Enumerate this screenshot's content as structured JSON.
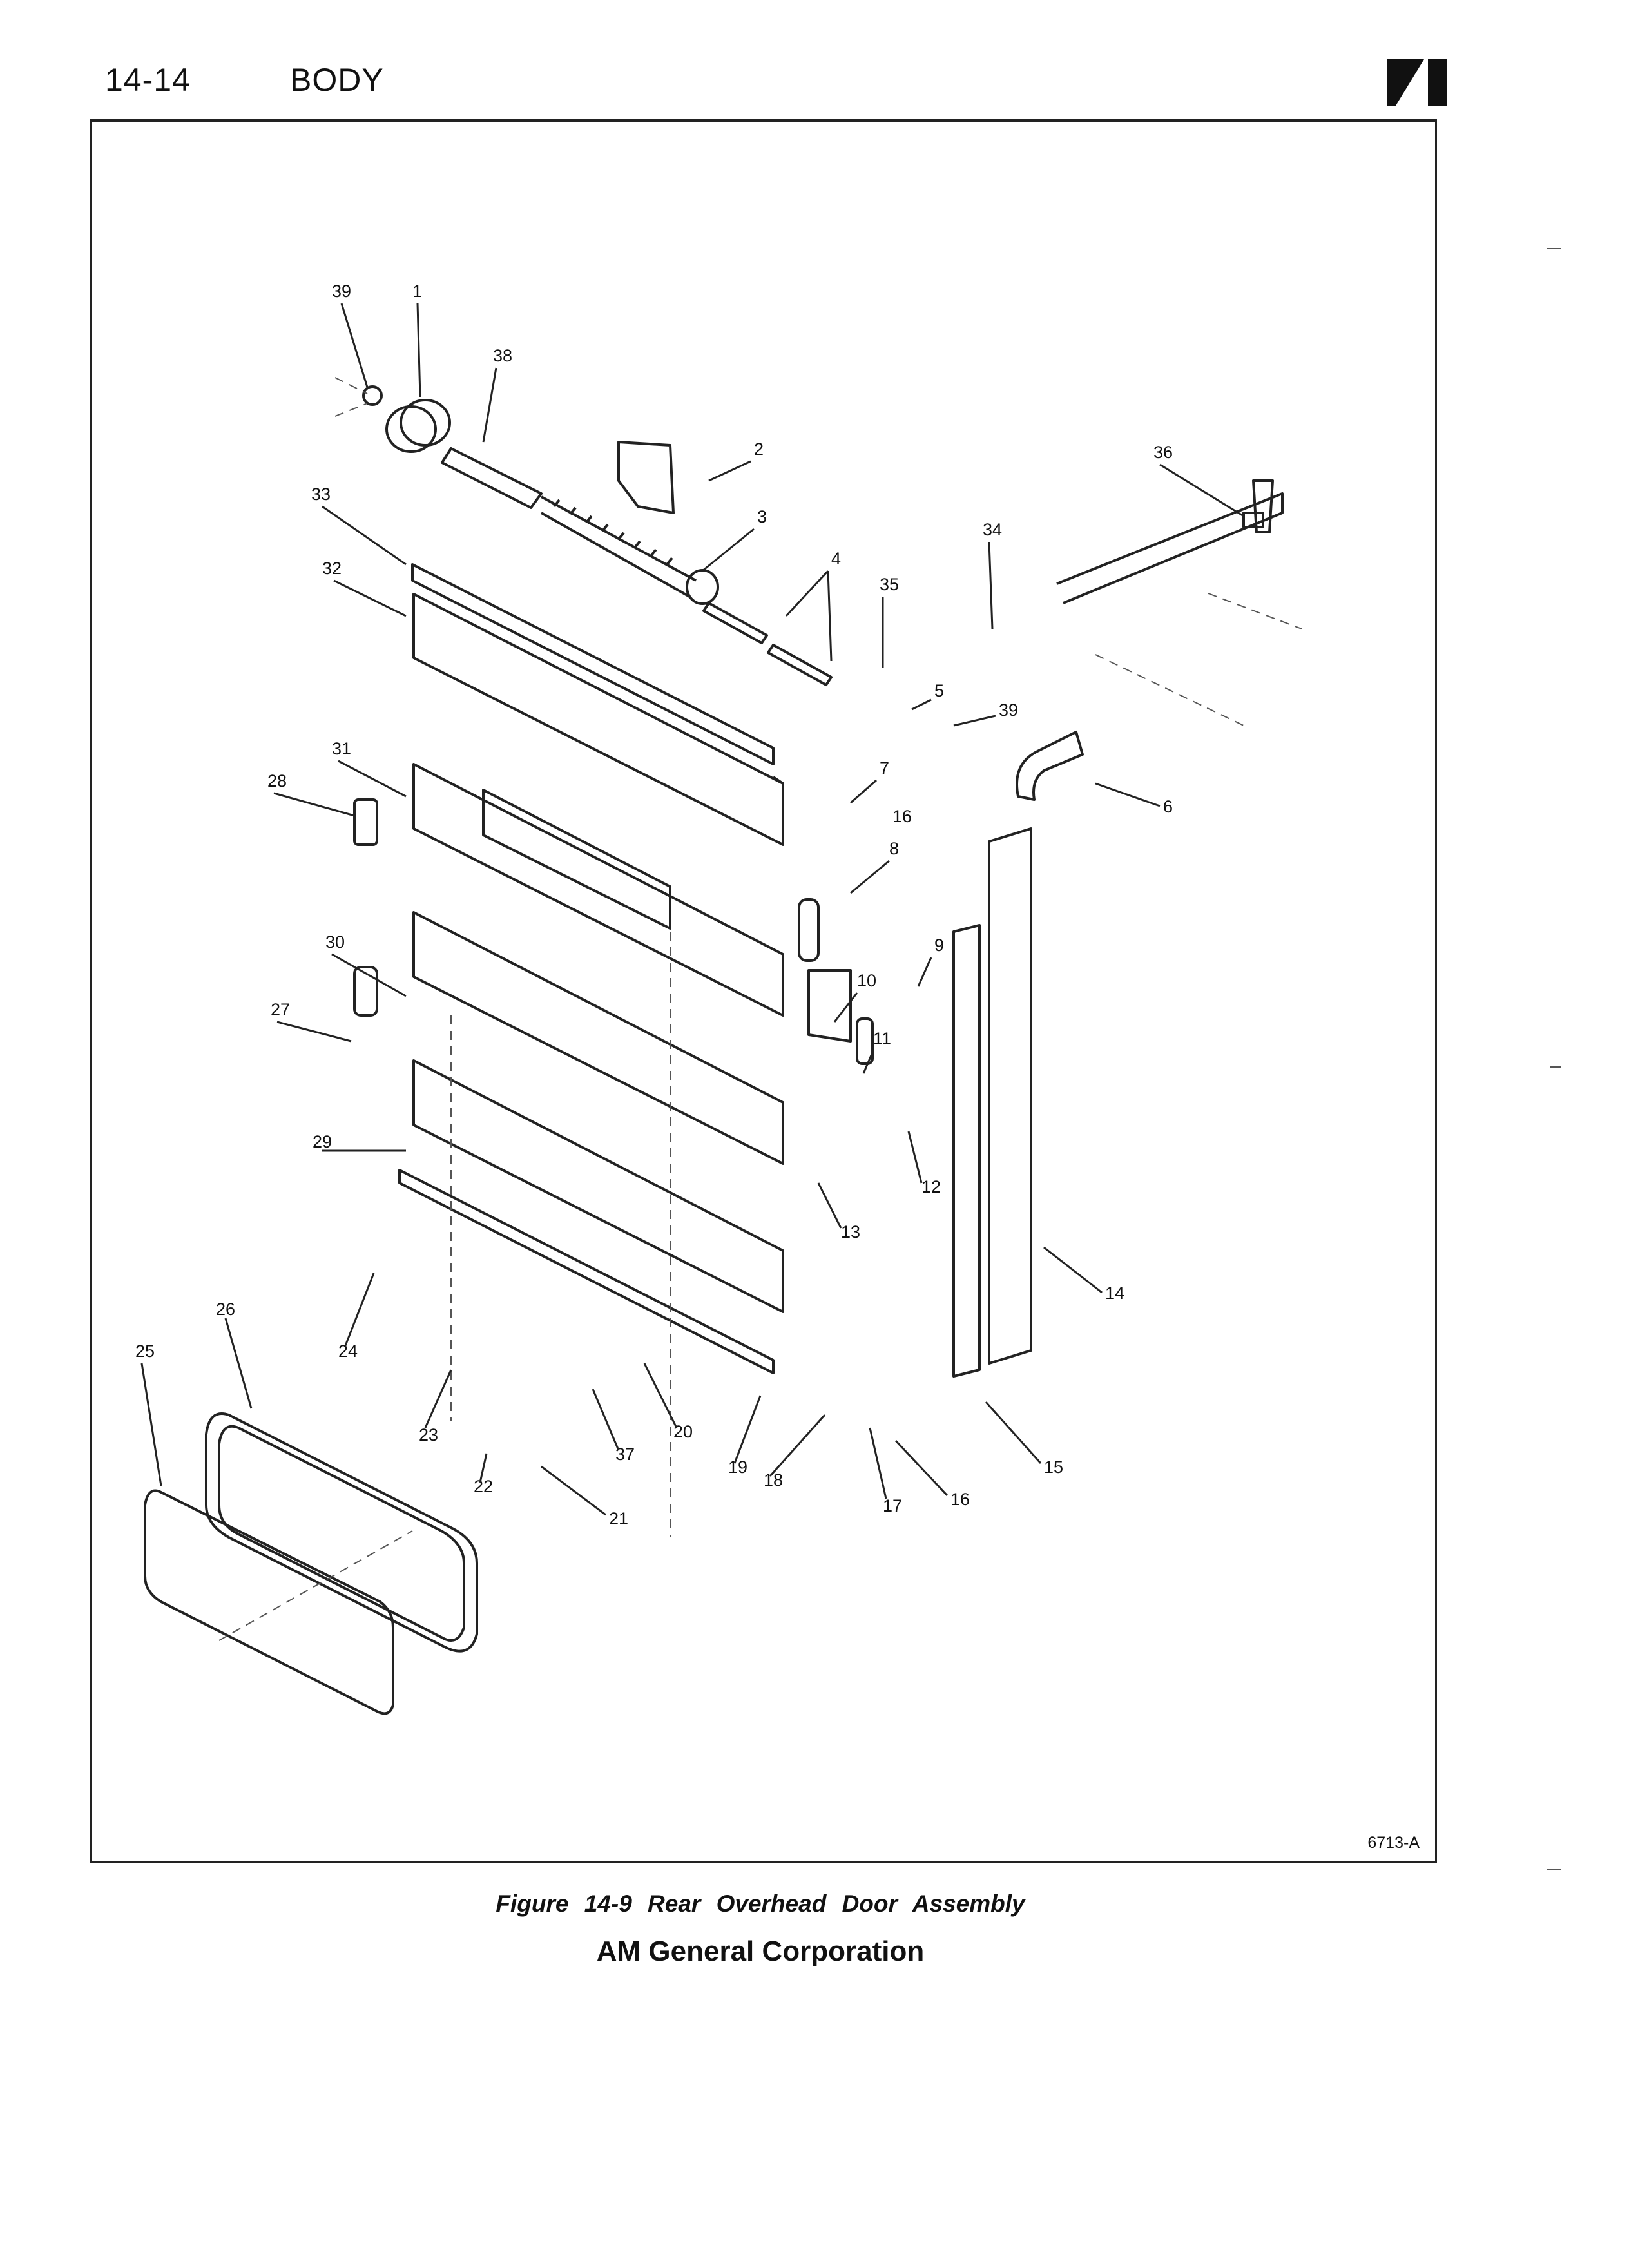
{
  "header": {
    "page_number": "14-14",
    "section": "BODY"
  },
  "figure": {
    "code": "6713-A",
    "caption": "Figure 14-9   Rear Overhead Door Assembly",
    "callouts": [
      "39",
      "1",
      "38",
      "2",
      "3",
      "33",
      "32",
      "4",
      "35",
      "34",
      "36",
      "5",
      "39",
      "6",
      "31",
      "28",
      "7",
      "16",
      "8",
      "30",
      "27",
      "9",
      "10",
      "11",
      "12",
      "29",
      "13",
      "14",
      "24",
      "26",
      "23",
      "25",
      "22",
      "37",
      "20",
      "21",
      "19",
      "18",
      "17",
      "16",
      "15"
    ]
  },
  "footer": {
    "company": "AM General Corporation"
  },
  "colors": {
    "ink": "#111111",
    "paper": "#ffffff"
  }
}
